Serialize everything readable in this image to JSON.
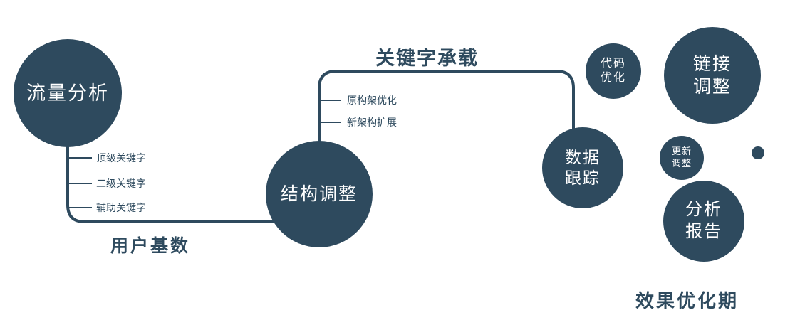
{
  "diagram": {
    "colors": {
      "primary": "#2e4a5e",
      "background": "#ffffff",
      "node_text": "#ffffff"
    },
    "nodes": {
      "traffic": {
        "label": "流量分析"
      },
      "structure": {
        "label": "结构调整"
      },
      "data_tracking": {
        "line1": "数据",
        "line2": "跟踪"
      },
      "code_opt": {
        "line1": "代码",
        "line2": "优化"
      },
      "link_adjust": {
        "line1": "链接",
        "line2": "调整"
      },
      "update_adjust": {
        "line1": "更新",
        "line2": "调整"
      },
      "analysis_report": {
        "line1": "分析",
        "line2": "报告"
      }
    },
    "edges": {
      "user_base": "用户基数",
      "keyword_carry": "关键字承载"
    },
    "branch_labels": {
      "traffic": [
        "顶级关键字",
        "二级关键字",
        "辅助关键字"
      ],
      "structure": [
        "原构架优化",
        "新架构扩展"
      ]
    },
    "footer": "效果优化期"
  }
}
